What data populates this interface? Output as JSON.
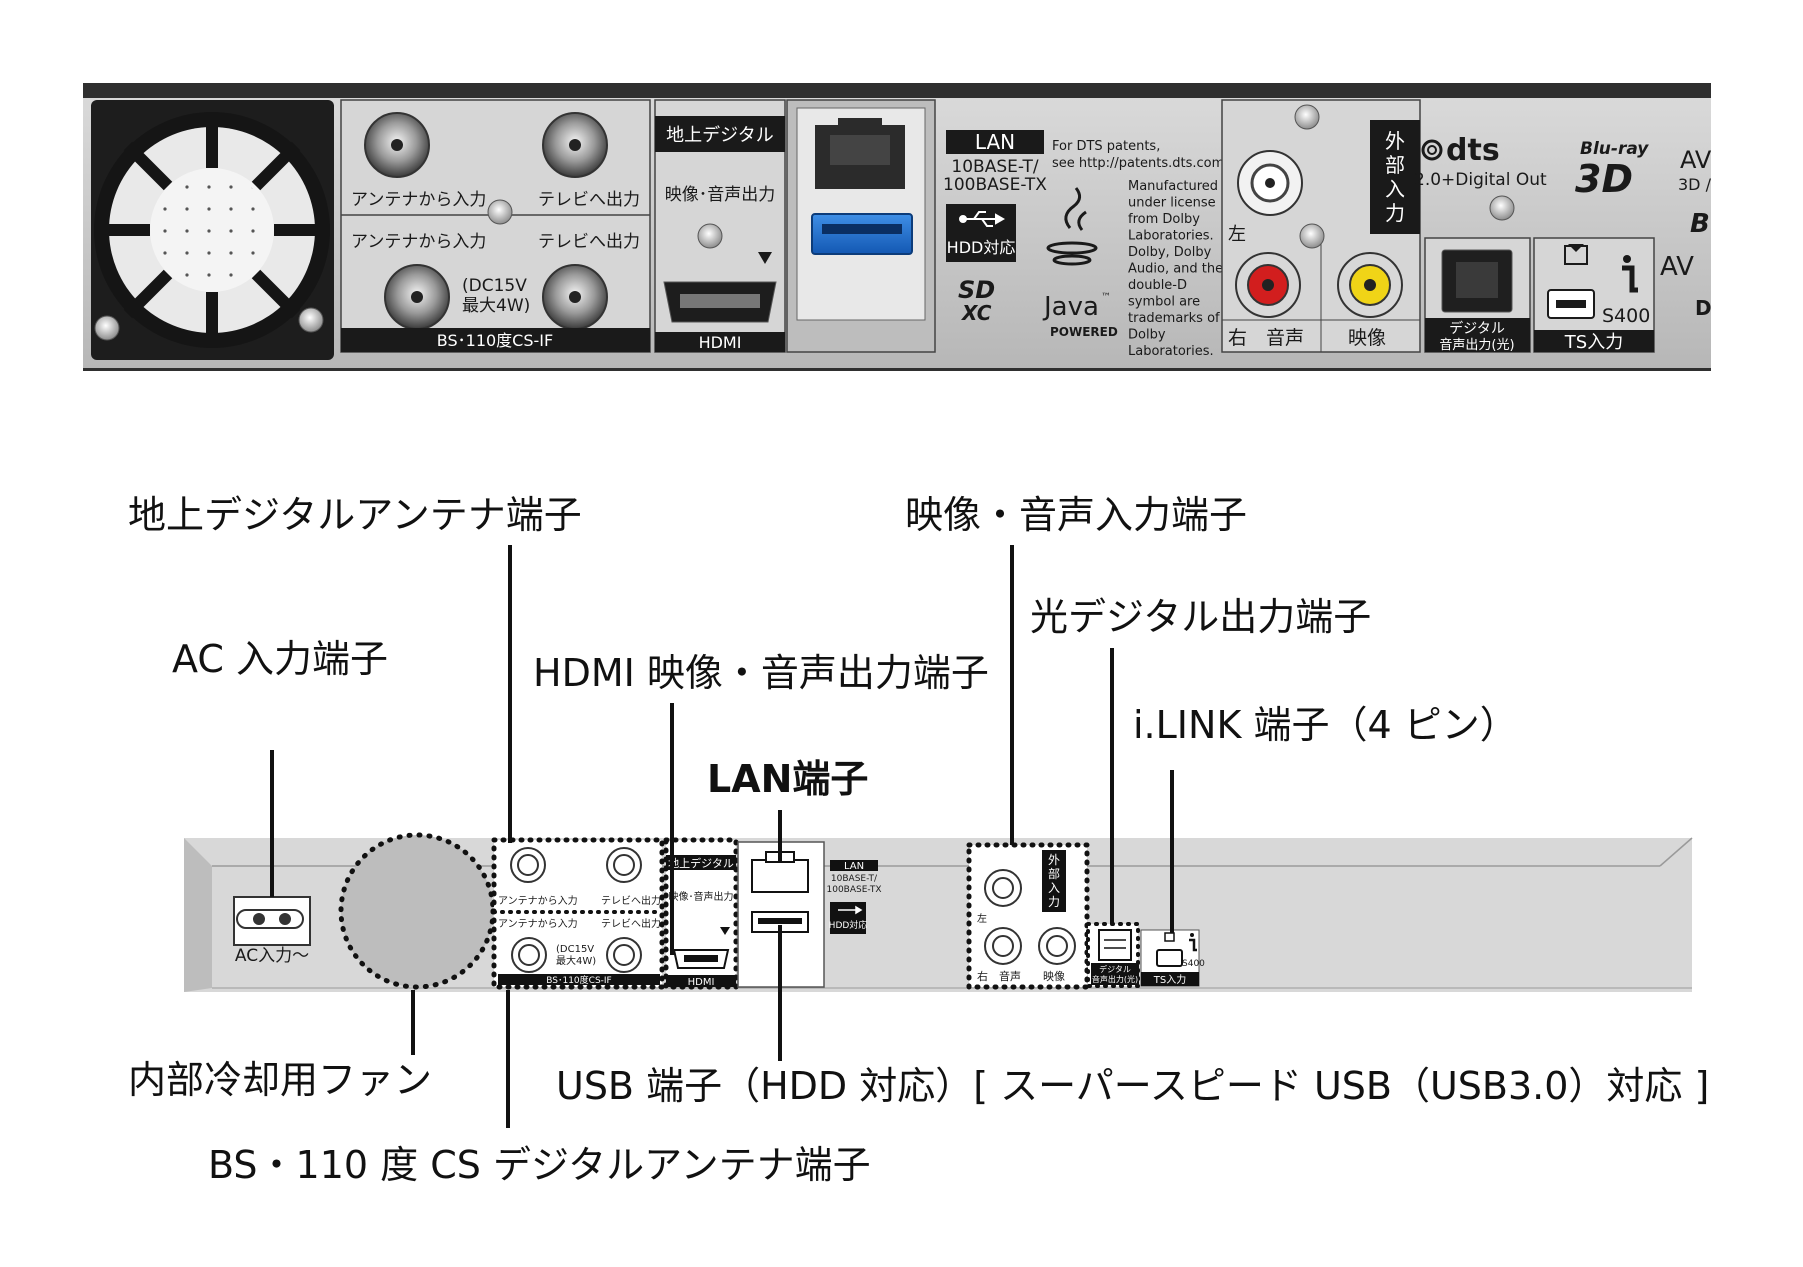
{
  "top_photo": {
    "panel_labels": {
      "antenna_in_1": "アンテナから入力",
      "tv_out_1": "テレビへ出力",
      "antenna_in_2": "アンテナから入力",
      "tv_out_2": "テレビへ出力",
      "dc15v": "(DC15V",
      "max4w": "最大4W)",
      "bs_cs_if": "BS･110度CS-IF",
      "terrestrial": "地上デジタル",
      "av_output": "映像･音声出力",
      "hdmi": "HDMI",
      "lan": "LAN",
      "lan_spec1": "10BASE-T/",
      "lan_spec2": "100BASE-TX",
      "hdd": "HDD対応",
      "sdxc1": "SD",
      "sdxc2": "XC",
      "java": "Java",
      "java_tm": "™",
      "java_powered": "POWERED",
      "dts_patents1": "For DTS patents,",
      "dts_patents2": "see http://patents.dts.com.",
      "dolby_lines": [
        "Manufactured",
        "under license",
        "from Dolby",
        "Laboratories.",
        "Dolby, Dolby",
        "Audio, and the",
        "double-D",
        "symbol are",
        "trademarks of",
        "Dolby",
        "Laboratories."
      ],
      "ext_in": [
        "外",
        "部",
        "入",
        "力"
      ],
      "left": "左",
      "right_audio": "右　音声",
      "video": "映像",
      "digital_out1": "デジタル",
      "digital_out2": "音声出力(光)",
      "ts_in": "TS入力",
      "s400": "S400",
      "dts_logo": "dts",
      "dts_sub": "2.0+Digital Out",
      "bluray": "Blu-ray",
      "bluray3d": "3D",
      "avchd": "AV",
      "avchd_sub": "3D /",
      "avchd2": "AV"
    }
  },
  "callouts": {
    "terrestrial_antenna": "地上デジタルアンテナ端子",
    "av_input": "映像・音声入力端子",
    "optical_digital": "光デジタル出力端子",
    "ac_input": "AC 入力端子",
    "hdmi_output": "HDMI 映像・音声出力端子",
    "lan": "LAN端子",
    "ilink": "i.LINK 端子（4 ピン）",
    "fan": "内部冷却用ファン",
    "usb": "USB 端子（HDD 対応）[ スーパースピード USB（USB3.0）対応 ]",
    "bs_cs_antenna": "BS・110 度 CS デジタルアンテナ端子"
  },
  "small_panel": {
    "ac_label": "AC入力～",
    "antenna_in_1": "アンテナから入力",
    "tv_out_1": "テレビへ出力",
    "antenna_in_2": "アンテナから入力",
    "tv_out_2": "テレビへ出力",
    "dc15v": "(DC15V",
    "max4w": "最大4W)",
    "bs_cs_if": "BS･110度CS-IF",
    "terrestrial": "地上デジタル",
    "av_output": "映像･音声出力",
    "hdmi": "HDMI",
    "lan": "LAN",
    "lan_spec1": "10BASE-T/",
    "lan_spec2": "100BASE-TX",
    "hdd": "HDD対応",
    "ext_in": [
      "外",
      "部",
      "入",
      "力"
    ],
    "left": "左",
    "right_audio": "右　音声",
    "video": "映像",
    "digital_out1": "デジタル",
    "digital_out2": "音声出力(光)",
    "ts_in": "TS入力",
    "s400": "S400"
  }
}
